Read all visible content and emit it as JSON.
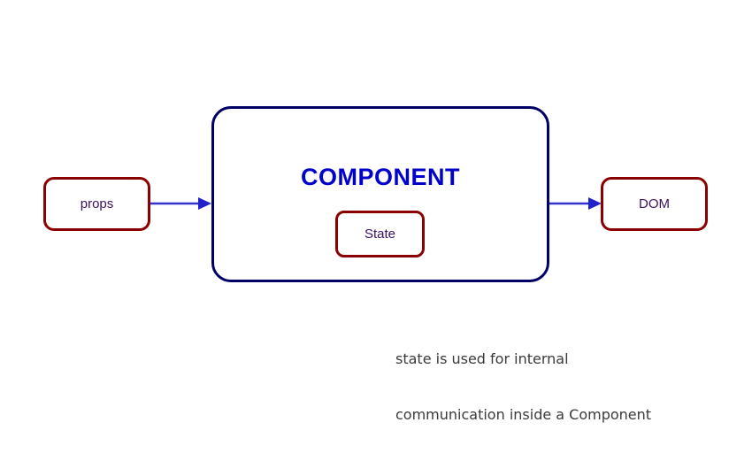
{
  "diagram": {
    "title": "React component data flow diagram",
    "colors": {
      "box_border_red": "#8B0000",
      "component_border_navy": "#000066",
      "component_title_blue": "#0000CC",
      "label_purple": "#3B1260",
      "arrow_blue": "#3333CC",
      "caption_gray": "#3A3A3A",
      "background": "#FFFFFF"
    },
    "nodes": {
      "props": {
        "label": "props"
      },
      "component": {
        "label": "COMPONENT"
      },
      "state": {
        "label": "State"
      },
      "dom": {
        "label": "DOM"
      }
    },
    "arrows": [
      {
        "name": "props-to-component",
        "from": "props",
        "to": "component",
        "direction": "right"
      },
      {
        "name": "component-to-dom",
        "from": "component",
        "to": "dom",
        "direction": "right"
      }
    ],
    "caption": {
      "line1": "state is used for internal",
      "line2": "communication inside a Component"
    }
  }
}
